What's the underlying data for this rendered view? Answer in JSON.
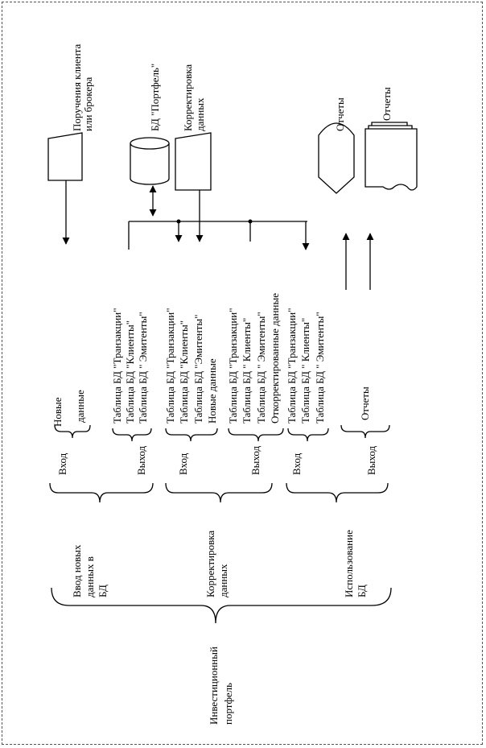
{
  "root": {
    "line1": "Инвестиционный",
    "line2": "портфель"
  },
  "groups": {
    "g1": {
      "line1": "Ввод новых",
      "line2": "данных в",
      "line3": "БД"
    },
    "g2": {
      "line1": "Корректировка",
      "line2": "данных"
    },
    "g3": {
      "line1": "Использование",
      "line2": "БД"
    }
  },
  "io": {
    "input": "Вход",
    "output": "Выход"
  },
  "items": {
    "g1_in_1": "Новые",
    "g1_in_2": "данные",
    "g1_out_1": "Таблица БД \"Транзакции\"",
    "g1_out_2": "Таблица БД \"Клиенты\"",
    "g1_out_3": "Таблица БД \" Эмитенты\"",
    "g2_in_1": "Таблица БД \"Транзакции\"",
    "g2_in_2": "Таблица БД \"Клиенты\"",
    "g2_in_3": "Таблица БД \"Эмитенты\"",
    "g2_in_4": "Новые данные",
    "g2_out_1": "Таблица БД \"Транзакции\"",
    "g2_out_2": "Таблица БД \" Клиенты\"",
    "g2_out_3": "Таблица БД \" Эмитенты\"",
    "g2_out_4": "Откорректированные данные",
    "g3_in_1": "Таблица БД \"Транзакции\"",
    "g3_in_2": "Таблица БД \" Клиенты\"",
    "g3_in_3": "Таблица БД \" Эмитенты\"",
    "g3_out_1": "Отчеты"
  },
  "flow": {
    "orders_1": "Поручения клиента",
    "orders_2": "или брокера",
    "db": "БД \"Портфель\"",
    "correction_1": "Корректировка",
    "correction_2": "данных",
    "reports_display": "Отчеты",
    "reports_docs": "Отчеты"
  }
}
